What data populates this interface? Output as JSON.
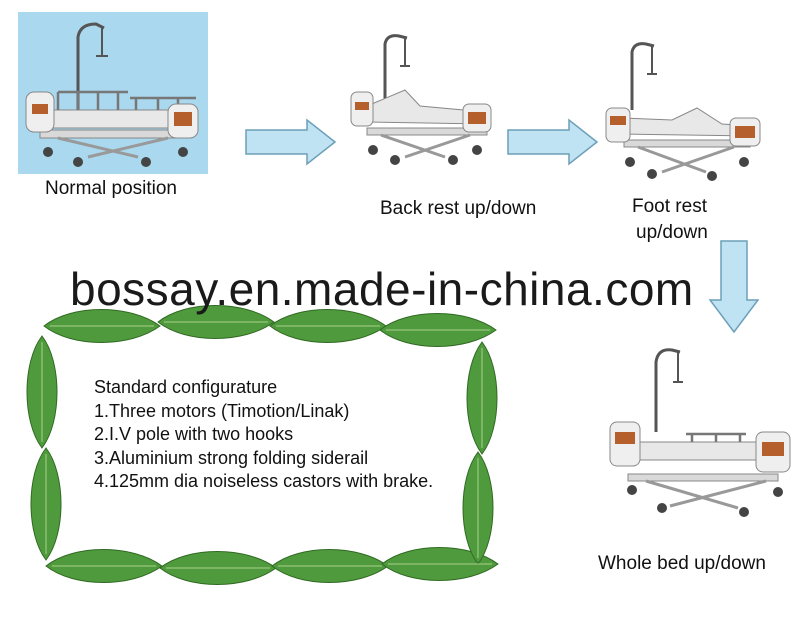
{
  "steps": [
    {
      "caption": "Normal position"
    },
    {
      "caption": "Back rest up/down"
    },
    {
      "caption_line1": "Foot rest",
      "caption_line2": "up/down"
    },
    {
      "caption": "Whole bed up/down"
    }
  ],
  "watermark": "bossay.en.made-in-china.com",
  "config": {
    "heading": "Standard configurature",
    "items": [
      "1.Three motors (Timotion/Linak)",
      "2.I.V pole with two hooks",
      "3.Aluminium strong folding siderail",
      "4.125mm dia noiseless castors with brake."
    ]
  },
  "colors": {
    "photo_bg": "#a9d8ef",
    "arrow_fill": "#bfe3f3",
    "arrow_stroke": "#6c9fb8",
    "leaf": "#4f9a3c",
    "bed_panel": "#b5602c"
  },
  "icons": [
    "bed-normal-icon",
    "bed-backrest-icon",
    "bed-footrest-icon",
    "bed-highlow-icon",
    "right-arrow-icon",
    "down-arrow-icon",
    "leaf-frame-icon"
  ]
}
